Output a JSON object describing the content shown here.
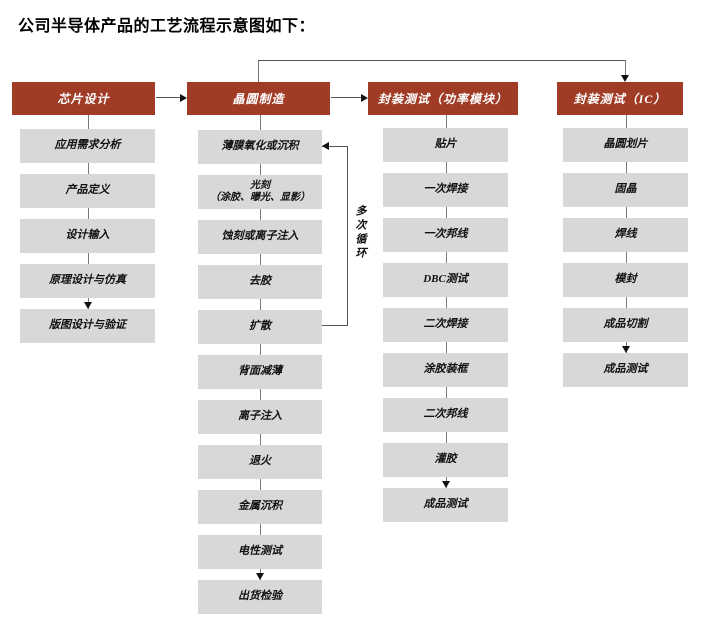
{
  "title": "公司半导体产品的工艺流程示意图如下：",
  "diagram": {
    "loop_label": "多次循环",
    "columns": [
      {
        "header": "芯片设计",
        "boxes": [
          "应用需求分析",
          "产品定义",
          "设计输入",
          "原理设计与仿真",
          "版图设计与验证"
        ]
      },
      {
        "header": "晶圆制造",
        "boxes": [
          "薄膜氧化或沉积",
          "光刻\n（涂胶、曝光、显影）",
          "蚀刻或离子注入",
          "去胶",
          "扩散",
          "背面减薄",
          "离子注入",
          "退火",
          "金属沉积",
          "电性测试",
          "出货检验"
        ]
      },
      {
        "header": "封装测试（功率模块）",
        "boxes": [
          "贴片",
          "一次焊接",
          "一次邦线",
          "DBC测试",
          "二次焊接",
          "涂胶装框",
          "二次邦线",
          "灌胶",
          "成品测试"
        ]
      },
      {
        "header": "封装测试（IC）",
        "boxes": [
          "晶圆划片",
          "固晶",
          "焊线",
          "模封",
          "成品切割",
          "成品测试"
        ]
      }
    ],
    "flow_arrows": [
      "芯片设计→晶圆制造",
      "晶圆制造→封装测试（功率模块）",
      "晶圆制造→封装测试（IC）",
      "扩散→薄膜氧化或沉积（多次循环）"
    ]
  },
  "colors": {
    "header_bg": "#A03C26",
    "header_text": "#FFFFFF",
    "box_bg": "#D8D8D8",
    "box_text": "#111111",
    "line": "#7A7A7A"
  }
}
